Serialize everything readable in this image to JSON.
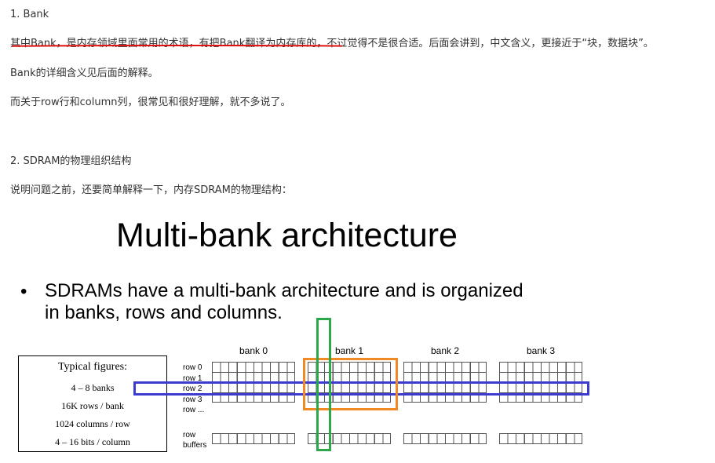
{
  "article": {
    "heading1": "1. Bank",
    "p1_part1": "其中",
    "p1_part2": "Bank，是内存领域里面常用的术语，有把Bank翻译为内存库的，",
    "p1_part3": "不过觉得不是很合适。后面会讲到，中文含义，更接近于“块，数据块”。",
    "p2": "Bank的详细含义见后面的解释。",
    "p3": "而关于row行和column列，很常见和很好理解，就不多说了。",
    "heading2": "2. SDRAM的物理组织结构",
    "p4": "说明问题之前，还要简单解释一下，内存SDRAM的物理结构："
  },
  "slide": {
    "title": "Multi-bank architecture",
    "bullet_symbol": "•",
    "bullet_line1": "SDRAMs have a multi-bank architecture and is organized",
    "bullet_line2": "in banks, rows and columns.",
    "figures_box": {
      "title": "Typical figures:",
      "line1": "4 – 8 banks",
      "line2": "16K rows / bank",
      "line3": "1024 columns / row",
      "line4": "4 – 16 bits / column"
    },
    "banks": [
      "bank 0",
      "bank 1",
      "bank 2",
      "bank 3"
    ],
    "row_labels": [
      "row 0",
      "row 1",
      "row 2",
      "row 3",
      "row ..."
    ],
    "buffer_label_1": "row",
    "buffer_label_2": "buffers"
  },
  "colors": {
    "underline": "#e01010",
    "row_highlight": "#3b3bd0",
    "column_highlight": "#2aa84a",
    "bank_highlight": "#f08a24"
  }
}
